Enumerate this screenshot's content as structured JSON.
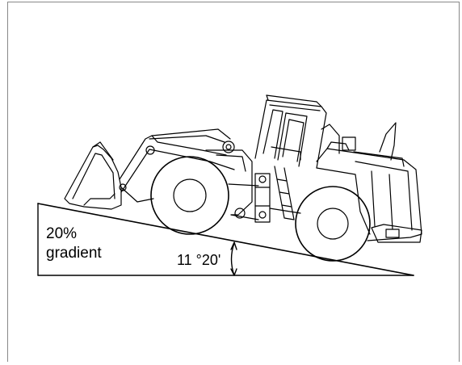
{
  "slope": {
    "gradient_value": "20%",
    "gradient_word": "gradient",
    "angle_label": "11 °20'"
  },
  "colors": {
    "line": "#000000",
    "frame": "#888888",
    "background": "#ffffff"
  }
}
